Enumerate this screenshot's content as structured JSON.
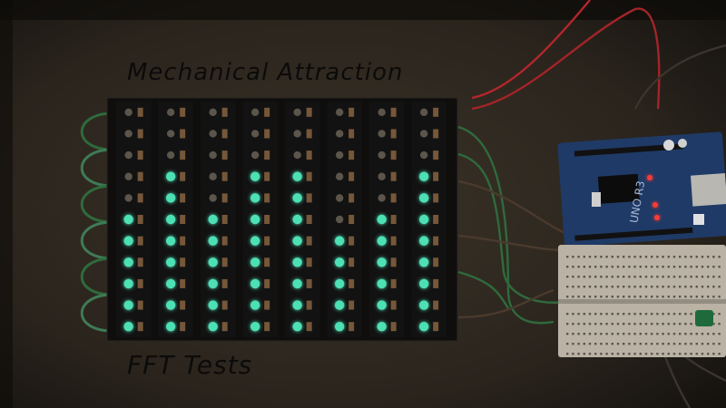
{
  "photo": {
    "top_caption": "Mechanical Attraction",
    "bottom_caption": "FFT Tests",
    "board_marking": "UNO R3"
  },
  "led_matrix": {
    "columns": 8,
    "rows": 11,
    "levels": [
      0.54,
      0.72,
      0.54,
      0.72,
      0.72,
      0.45,
      0.54,
      0.72
    ],
    "colors": {
      "lit_low": "#4ee0b4",
      "lit_high": "#f05a55",
      "lit_top": "#e8fff4",
      "off": "#6e665a",
      "strip": "#121212",
      "resistor": "#c8905a"
    }
  },
  "colors": {
    "backdrop": "#2a241d",
    "board": "#1f3a66",
    "wire_red": "#b3262a",
    "wire_green": "#2f6a3c",
    "breadboard": "#b9b2a5"
  }
}
